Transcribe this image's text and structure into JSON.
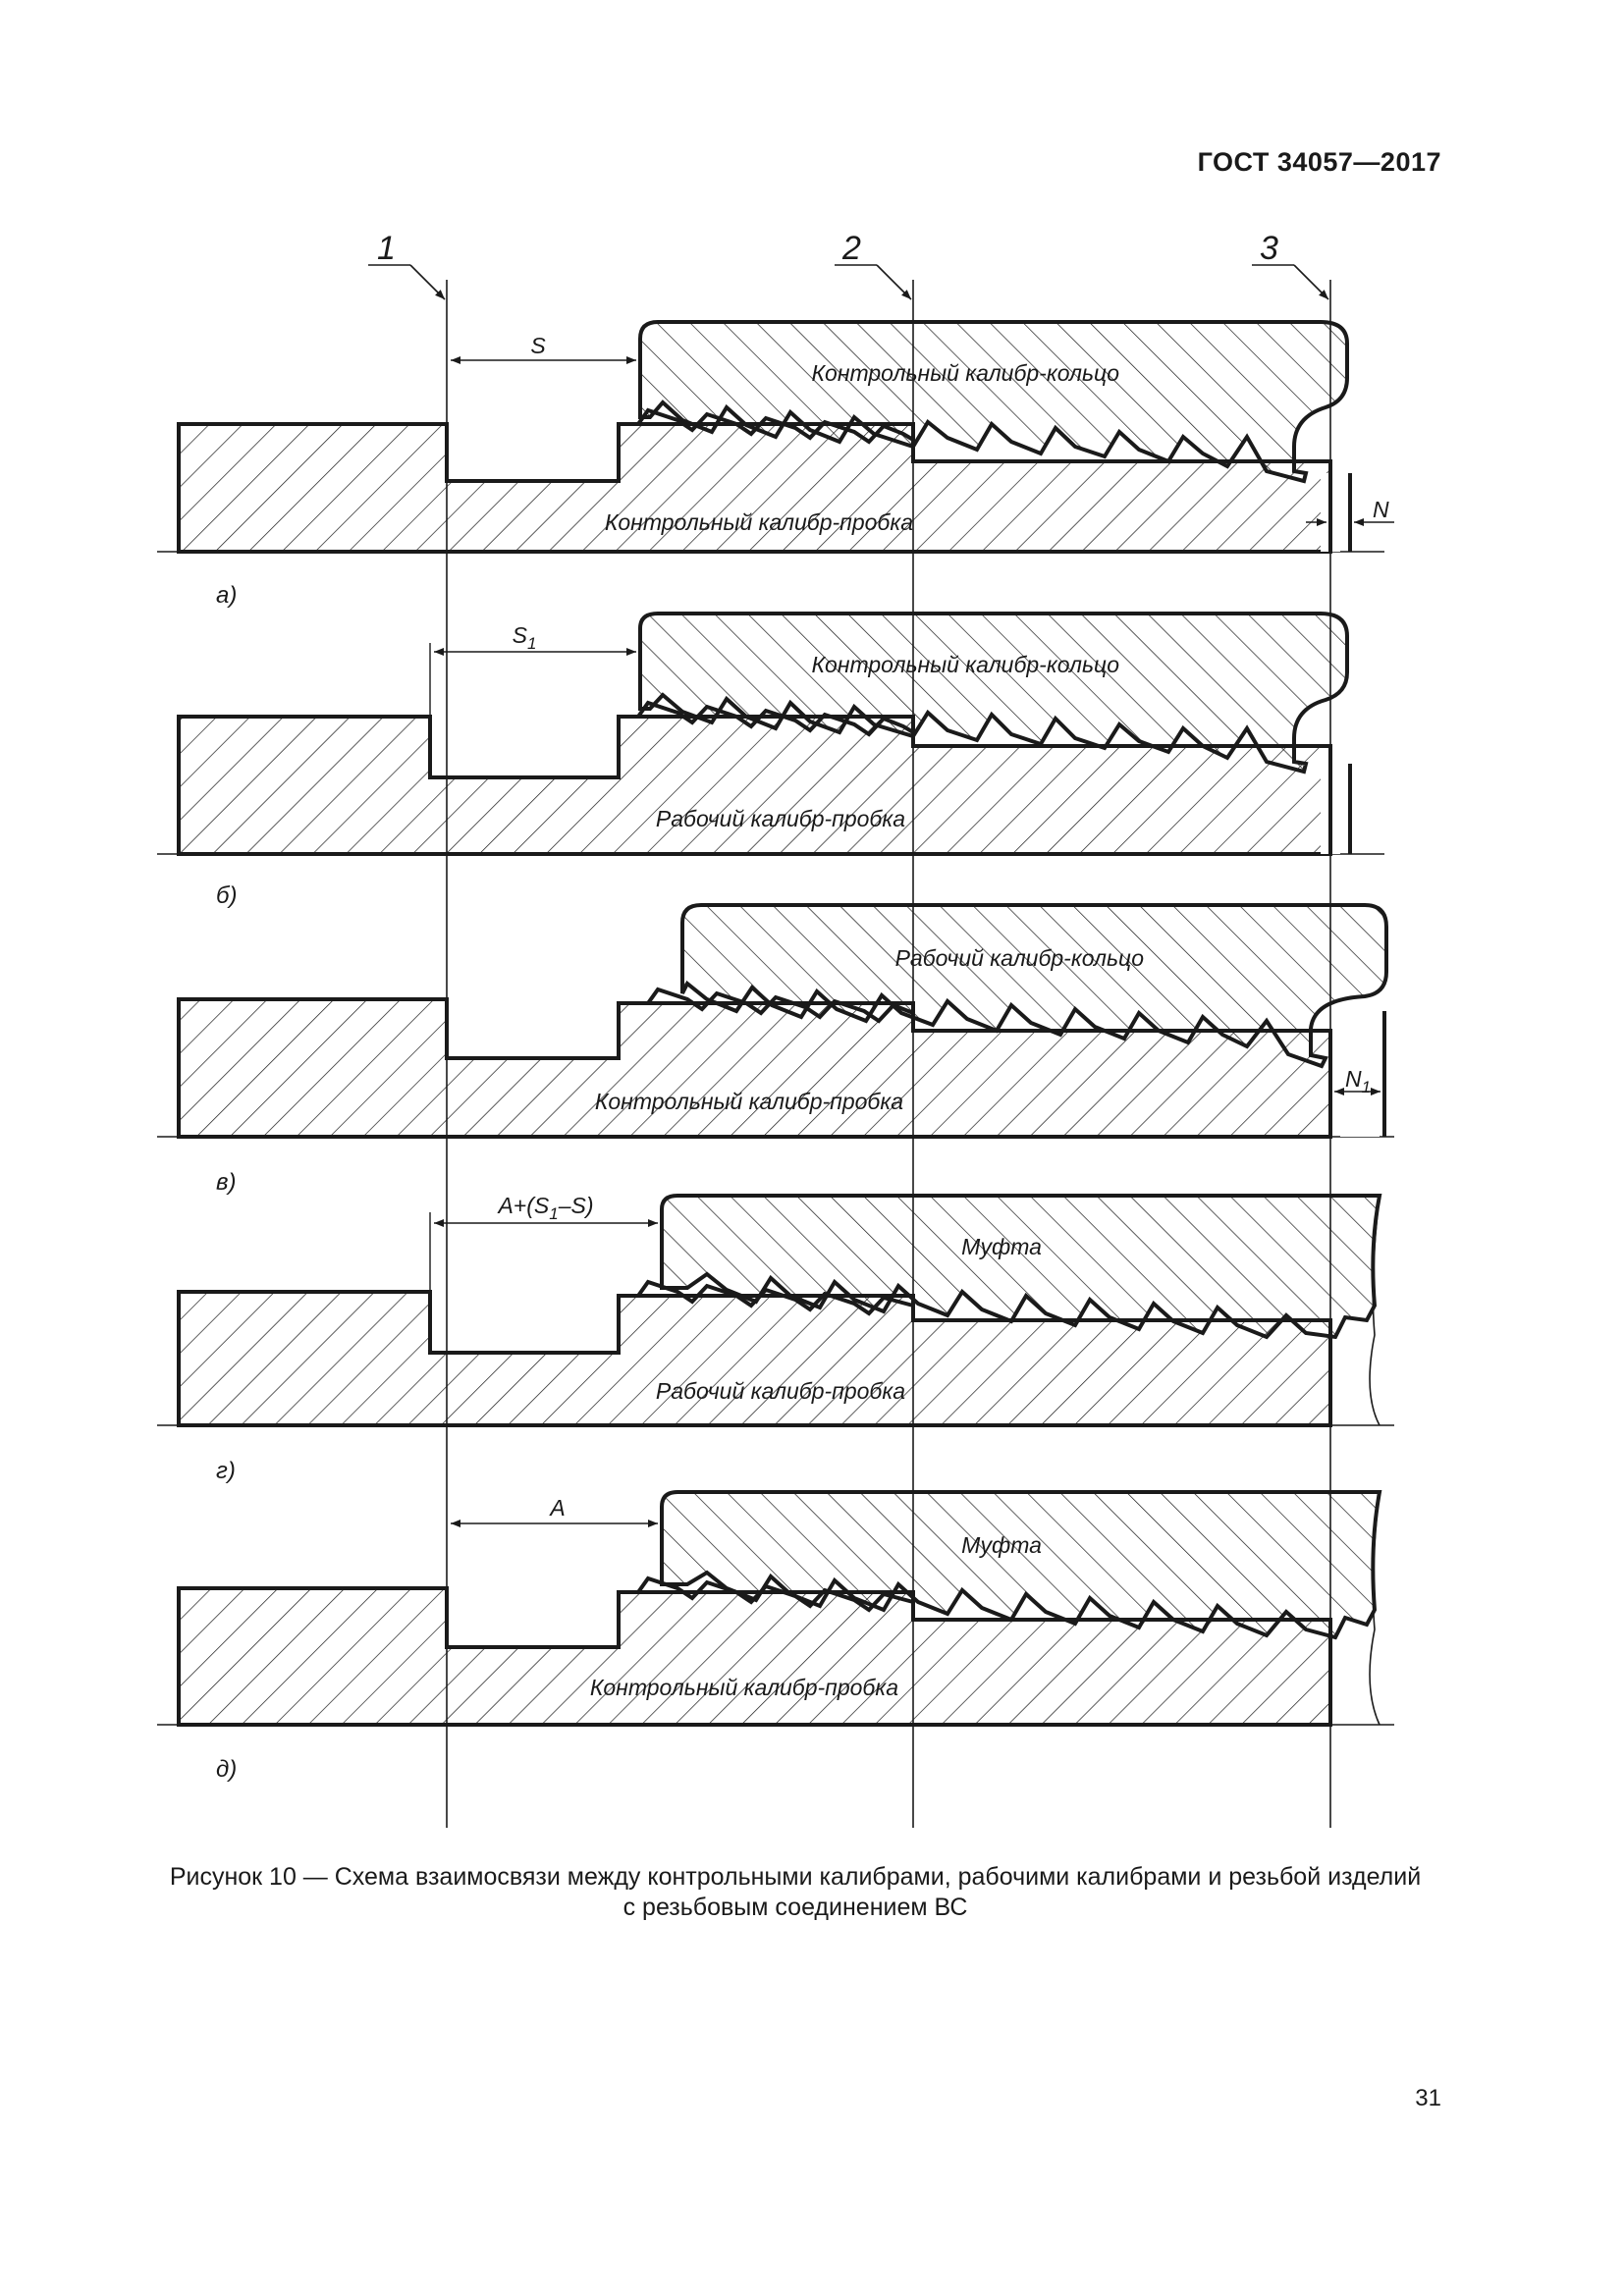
{
  "header": {
    "standard": "ГОСТ 34057—2017"
  },
  "markers": [
    "1",
    "2",
    "3"
  ],
  "panels": [
    {
      "letter": "а)",
      "plug_label": "Контрольный калибр-пробка",
      "upper_label": "Контрольный калибр-кольцо",
      "dim_label": "S",
      "right_label": "N"
    },
    {
      "letter": "б)",
      "plug_label": "Рабочий калибр-пробка",
      "upper_label": "Контрольный калибр-кольцо",
      "dim_label": "S",
      "dim_sub": "1"
    },
    {
      "letter": "в)",
      "plug_label": "Контрольный калибр-пробка",
      "upper_label": "Рабочий калибр-кольцо",
      "right_label": "N",
      "right_sub": "1"
    },
    {
      "letter": "г)",
      "plug_label": "Рабочий калибр-пробка",
      "upper_label": "Муфта",
      "dim_a": "A+(S",
      "dim_b": "1",
      "dim_c": "–S)"
    },
    {
      "letter": "д)",
      "plug_label": "Контрольный калибр-пробка",
      "upper_label": "Муфта",
      "dim_label": "A"
    }
  ],
  "caption": {
    "line1": "Рисунок 10 — Схема взаимосвязи между контрольными калибрами, рабочими калибрами и резьбой изделий",
    "line2": "с резьбовым соединением ВС"
  },
  "page_number": "31"
}
